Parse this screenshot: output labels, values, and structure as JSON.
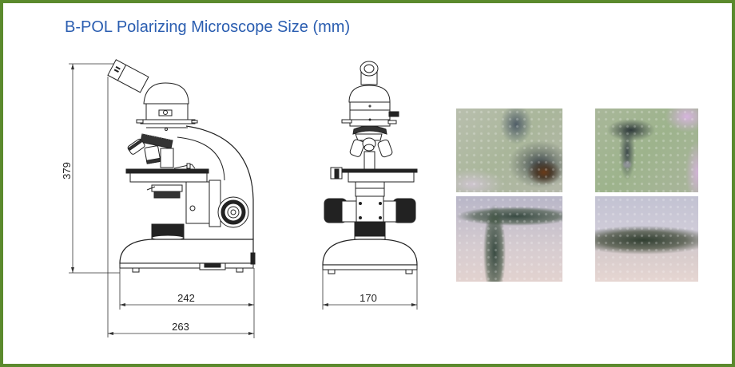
{
  "title": "B-POL Polarizing Microscope Size (mm)",
  "colors": {
    "frame_border": "#5b8a2d",
    "title_text": "#2a5db0",
    "line_art": "#222222"
  },
  "side_view": {
    "height_label": "379",
    "base_width_label": "242",
    "overall_width_label": "263"
  },
  "front_view": {
    "base_width_label": "170"
  },
  "sample_images": [
    {
      "name": "polarized-sample-1"
    },
    {
      "name": "polarized-sample-2"
    },
    {
      "name": "polarized-sample-3"
    },
    {
      "name": "polarized-sample-4"
    }
  ]
}
